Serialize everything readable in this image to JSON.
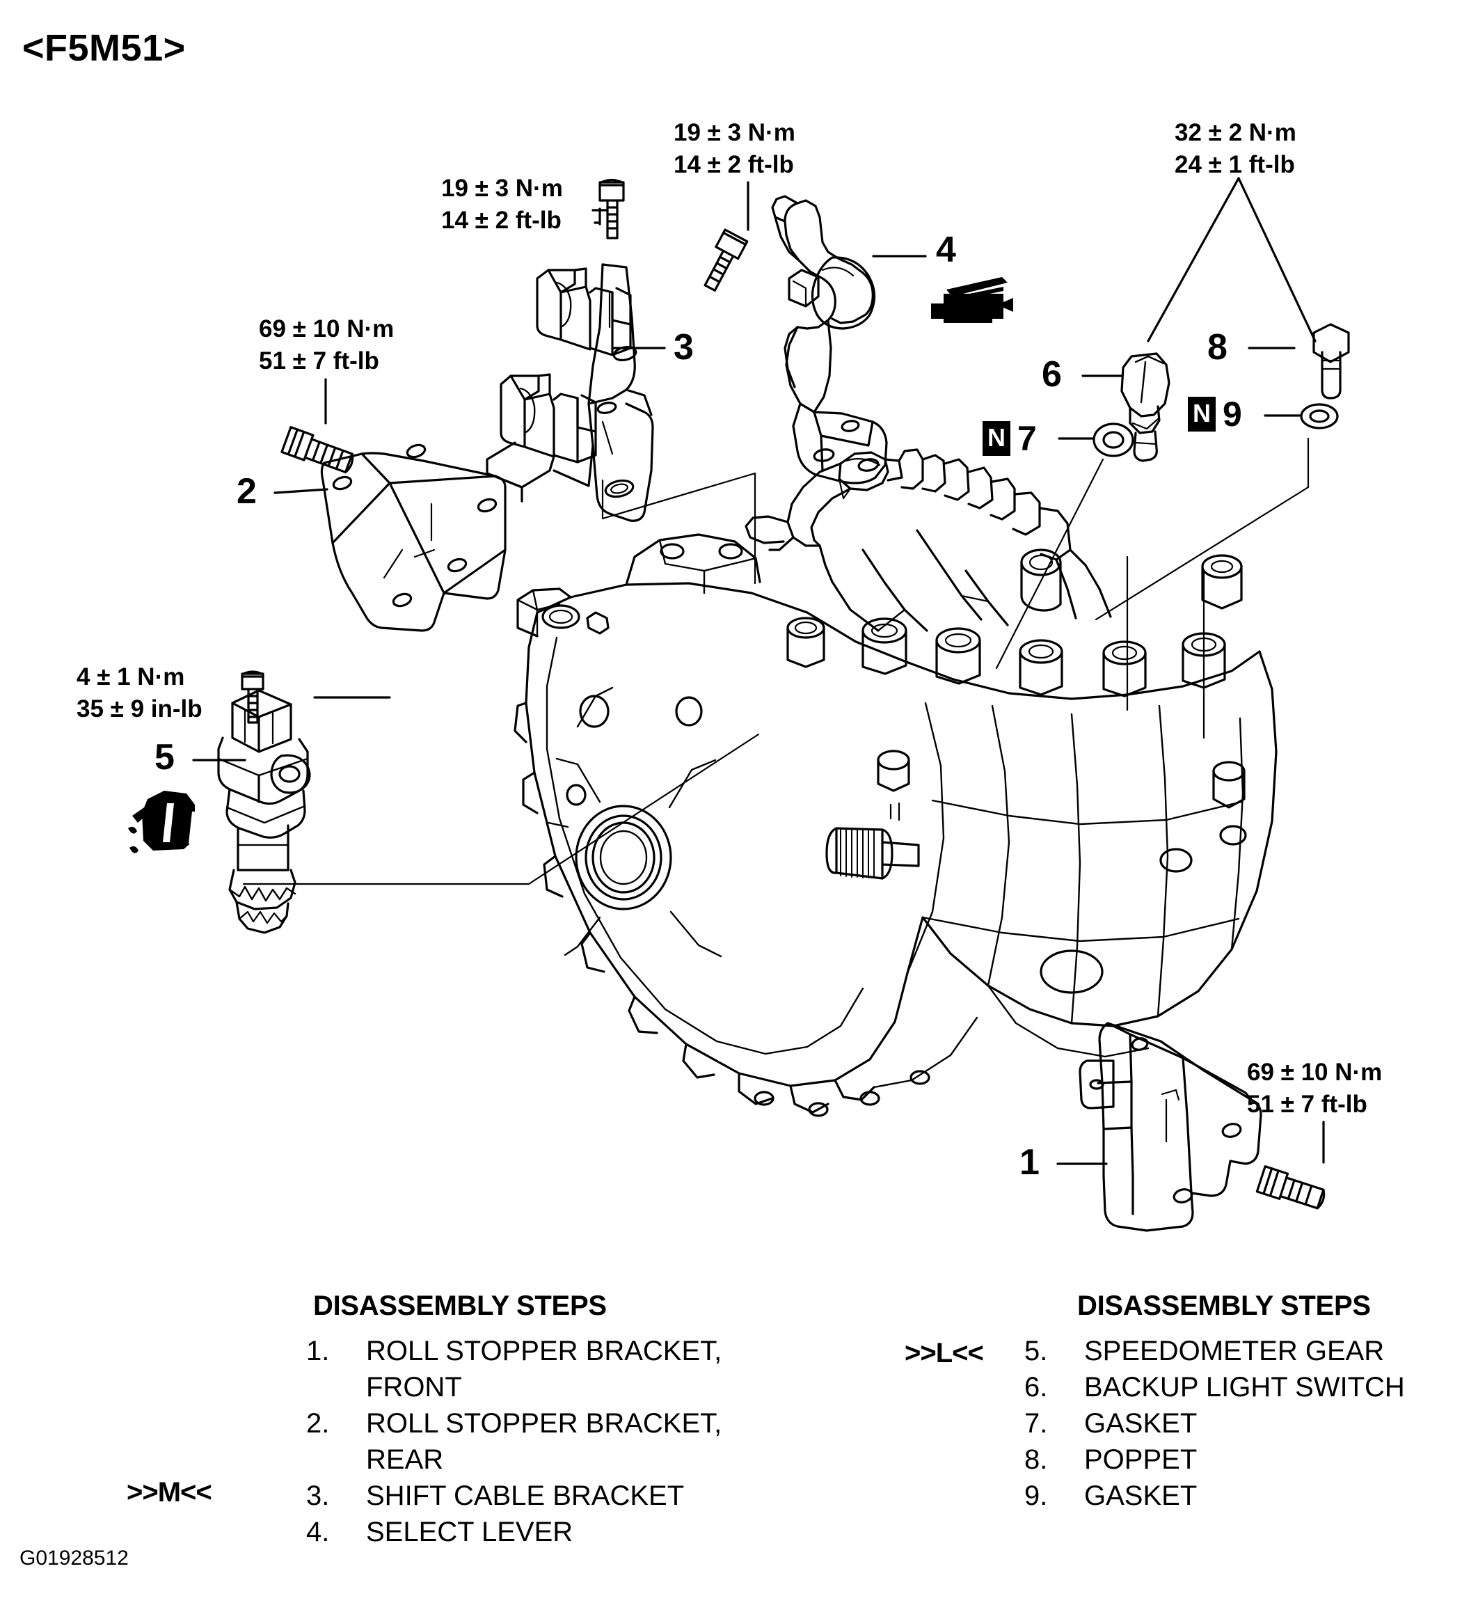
{
  "title": "<F5M51>",
  "figure_id": "G01928512",
  "torque_specs": [
    {
      "id": "t_shift_bracket_bolt",
      "nm": "19 ± 3 N·m",
      "ftlb": "14 ± 2 ft-lb"
    },
    {
      "id": "t_select_lever_bolt",
      "nm": "19 ± 3 N·m",
      "ftlb": "14 ± 2 ft-lb"
    },
    {
      "id": "t_poppet_switch",
      "nm": "32 ± 2 N·m",
      "ftlb": "24 ± 1 ft-lb"
    },
    {
      "id": "t_roll_stopper_rear",
      "nm": "69 ± 10 N·m",
      "ftlb": "51 ± 7 ft-lb"
    },
    {
      "id": "t_speedo_gear",
      "nm": "4 ± 1 N·m",
      "ftlb": "35 ± 9 in-lb"
    },
    {
      "id": "t_roll_stopper_front",
      "nm": "69 ± 10 N·m",
      "ftlb": "51 ± 7 ft-lb"
    }
  ],
  "callouts": [
    {
      "num": "1"
    },
    {
      "num": "2"
    },
    {
      "num": "3"
    },
    {
      "num": "4"
    },
    {
      "num": "5"
    },
    {
      "num": "6"
    },
    {
      "num": "8"
    }
  ],
  "nut_callouts": [
    {
      "badge": "N",
      "num": "7"
    },
    {
      "badge": "N",
      "num": "9"
    }
  ],
  "left_list": {
    "heading": "DISASSEMBLY STEPS",
    "marker": ">>M<<",
    "steps": [
      {
        "num": "1.",
        "label": "ROLL STOPPER BRACKET,",
        "label2": "FRONT"
      },
      {
        "num": "2.",
        "label": "ROLL STOPPER BRACKET,",
        "label2": "REAR"
      },
      {
        "num": "3.",
        "label": "SHIFT CABLE BRACKET",
        "label2": ""
      },
      {
        "num": "4.",
        "label": "SELECT LEVER",
        "label2": ""
      }
    ]
  },
  "right_list": {
    "heading": "DISASSEMBLY STEPS",
    "marker": ">>L<<",
    "steps": [
      {
        "num": "5.",
        "label": "SPEEDOMETER GEAR"
      },
      {
        "num": "6.",
        "label": "BACKUP LIGHT SWITCH"
      },
      {
        "num": "7.",
        "label": "GASKET"
      },
      {
        "num": "8.",
        "label": "POPPET"
      },
      {
        "num": "9.",
        "label": "GASKET"
      }
    ]
  },
  "symbols": [
    {
      "id": "grease-symbol",
      "name": "grease-gun-icon"
    },
    {
      "id": "oil-symbol",
      "name": "oil-can-icon"
    }
  ],
  "colors": {
    "line": "#000000",
    "background": "#ffffff"
  }
}
